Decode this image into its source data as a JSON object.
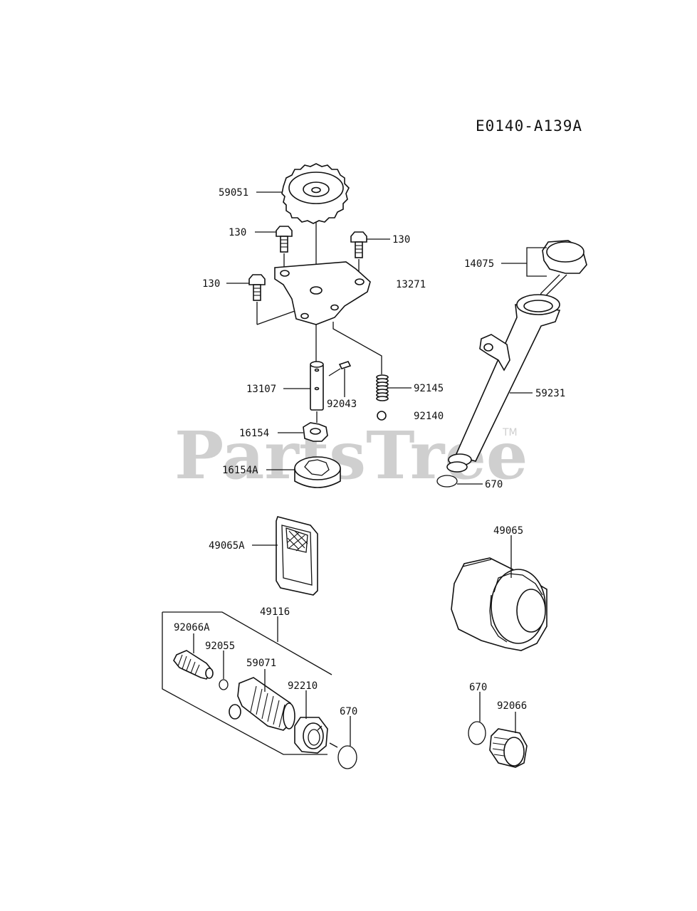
{
  "diagram_code": "E0140-A139A",
  "watermark": {
    "text": "PartsTree",
    "trademark": "TM"
  },
  "labels": {
    "p59051": "59051",
    "p130a": "130",
    "p130b": "130",
    "p130c": "130",
    "p13271": "13271",
    "p14075": "14075",
    "p59231": "59231",
    "p13107": "13107",
    "p92043": "92043",
    "p92145": "92145",
    "p92140": "92140",
    "p16154": "16154",
    "p16154A": "16154A",
    "p670a": "670",
    "p49065A": "49065A",
    "p49065": "49065",
    "p49116": "49116",
    "p92066A": "92066A",
    "p92055": "92055",
    "p59071": "59071",
    "p92210": "92210",
    "p670b": "670",
    "p670c": "670",
    "p92066": "92066"
  }
}
